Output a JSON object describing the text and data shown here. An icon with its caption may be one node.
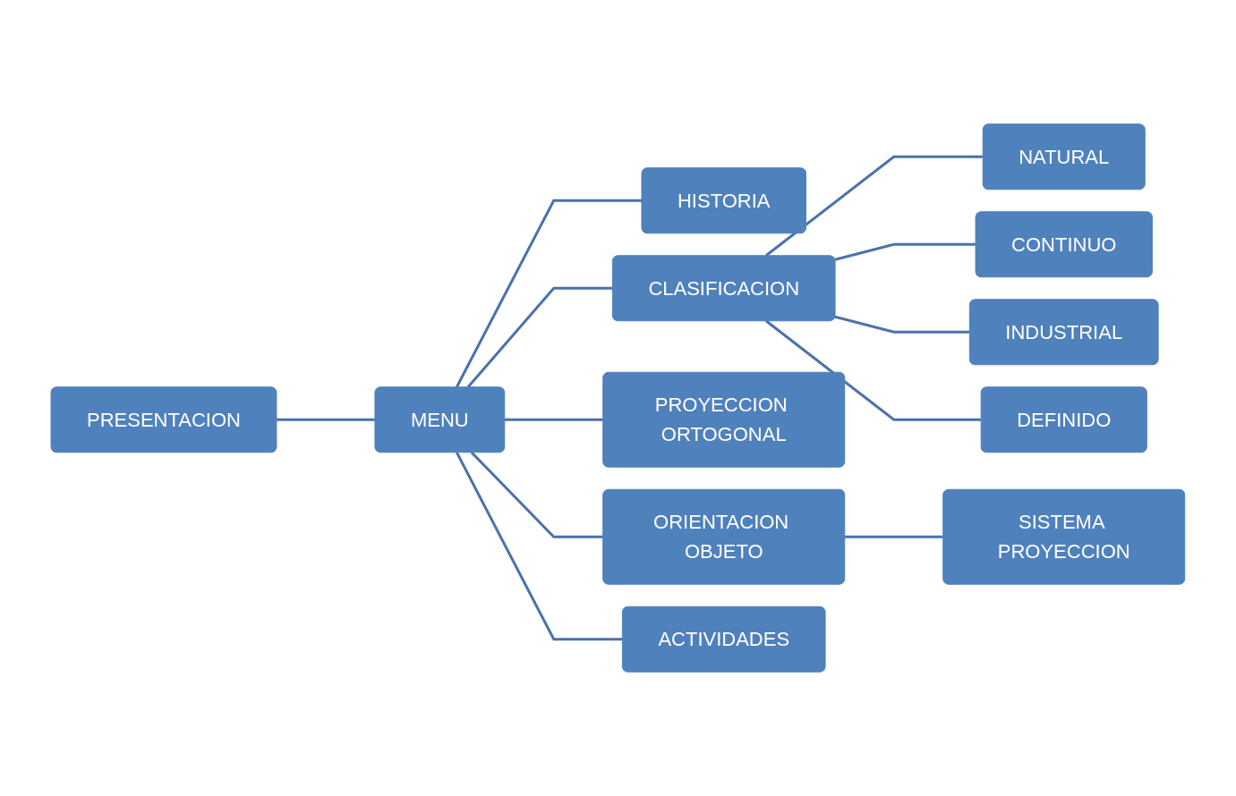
{
  "diagram": {
    "nodes": [
      {
        "text": [
          "PRESENTACION"
        ]
      },
      {
        "text": [
          "MENU"
        ]
      },
      {
        "text": [
          "HISTORIA"
        ]
      },
      {
        "text": [
          "CLASIFICACION"
        ]
      },
      {
        "text": [
          "PROYECCION ORTOGONAL"
        ]
      },
      {
        "text": [
          "ORIENTACION OBJETO"
        ]
      },
      {
        "text": [
          "ACTIVIDADES"
        ]
      },
      {
        "text": [
          "NATURAL"
        ]
      },
      {
        "text": [
          "CONTINUO"
        ]
      },
      {
        "text": [
          "INDUSTRIAL"
        ]
      },
      {
        "text": [
          "DEFINIDO"
        ]
      },
      {
        "text": [
          "SISTEMA PROYECCION"
        ]
      }
    ],
    "edges": [
      {
        "from": 0,
        "to": 1,
        "arrow": "none"
      },
      {
        "from": 1,
        "to": 2,
        "arrow": "none"
      },
      {
        "from": 1,
        "to": 3,
        "arrow": "none"
      },
      {
        "from": 1,
        "to": 4,
        "arrow": "none"
      },
      {
        "from": 1,
        "to": 5,
        "arrow": "none"
      },
      {
        "from": 1,
        "to": 6,
        "arrow": "none"
      },
      {
        "from": 3,
        "to": 7,
        "arrow": "none"
      },
      {
        "from": 3,
        "to": 8,
        "arrow": "none"
      },
      {
        "from": 3,
        "to": 9,
        "arrow": "none"
      },
      {
        "from": 3,
        "to": 10,
        "arrow": "none"
      },
      {
        "from": 5,
        "to": 11,
        "arrow": "none"
      }
    ]
  }
}
